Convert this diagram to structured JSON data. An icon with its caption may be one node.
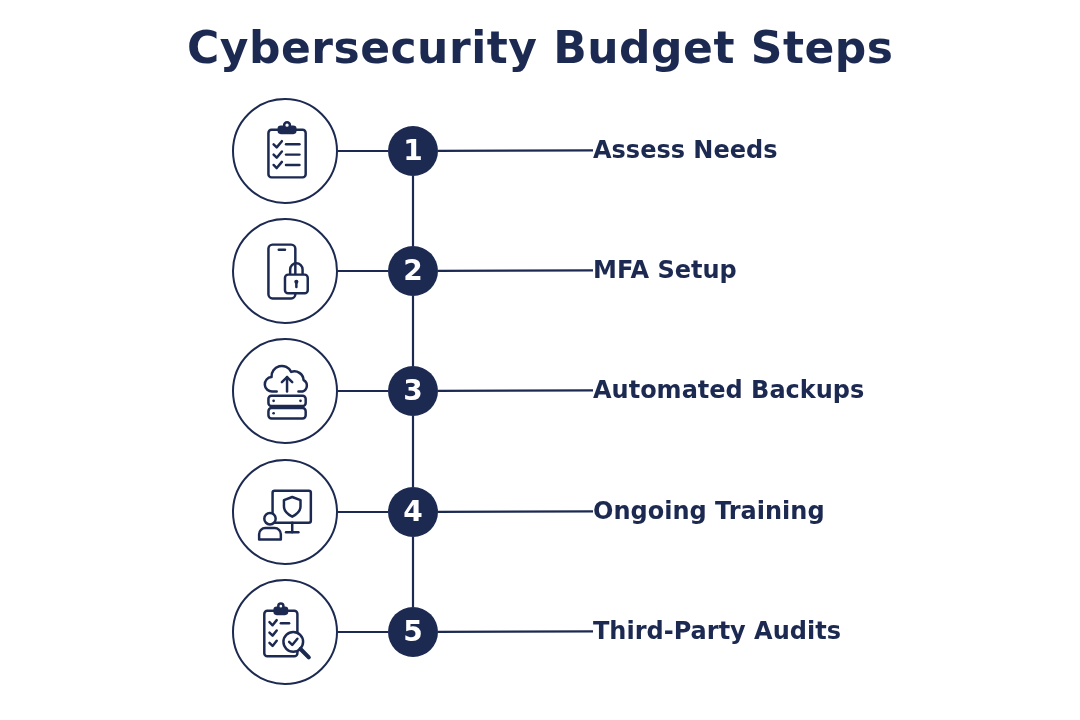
{
  "diagram": {
    "title": "Cybersecurity Budget Steps",
    "nodes": [
      {
        "text": [],
        "shape": "picture"
      },
      {
        "text": [
          "1"
        ]
      },
      {
        "text": [
          "Assess Needs"
        ]
      },
      {
        "text": [],
        "shape": "picture"
      },
      {
        "text": [
          "2"
        ]
      },
      {
        "text": [
          "MFA Setup"
        ]
      },
      {
        "text": [],
        "shape": "picture"
      },
      {
        "text": [
          "3"
        ]
      },
      {
        "text": [
          "Automated Backups"
        ]
      },
      {
        "text": [],
        "shape": "picture"
      },
      {
        "text": [
          "4"
        ]
      },
      {
        "text": [
          "Ongoing Training"
        ]
      },
      {
        "text": [],
        "shape": "picture"
      },
      {
        "text": [
          "5"
        ]
      },
      {
        "text": [
          "Third-Party Audits"
        ]
      }
    ],
    "edges": [
      {
        "from": 0,
        "to": 1,
        "arrow": "none"
      },
      {
        "from": 1,
        "to": 2,
        "arrow": "none"
      },
      {
        "from": 1,
        "to": 4,
        "arrow": "none"
      },
      {
        "from": 3,
        "to": 4,
        "arrow": "none"
      },
      {
        "from": 4,
        "to": 5,
        "arrow": "none"
      },
      {
        "from": 4,
        "to": 7,
        "arrow": "none"
      },
      {
        "from": 6,
        "to": 7,
        "arrow": "none"
      },
      {
        "from": 7,
        "to": 8,
        "arrow": "none"
      },
      {
        "from": 7,
        "to": 10,
        "arrow": "none"
      },
      {
        "from": 9,
        "to": 10,
        "arrow": "none"
      },
      {
        "from": 10,
        "to": 11,
        "arrow": "none"
      },
      {
        "from": 10,
        "to": 13,
        "arrow": "none"
      },
      {
        "from": 12,
        "to": 13,
        "arrow": "none"
      },
      {
        "from": 13,
        "to": 14,
        "arrow": "none"
      }
    ]
  }
}
